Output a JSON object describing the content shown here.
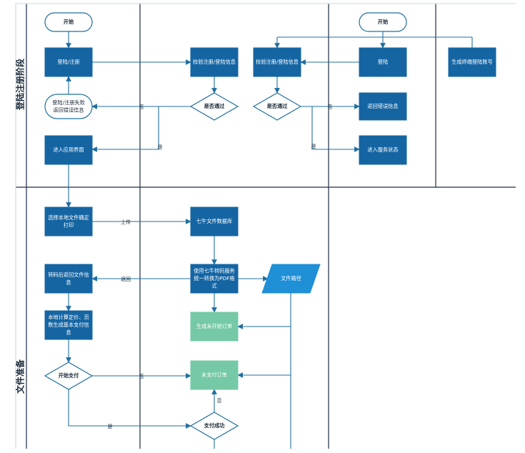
{
  "lanes": [
    {
      "id": "lane-login",
      "label": "登陆注册阶段"
    },
    {
      "id": "lane-file",
      "label": "文件准备"
    }
  ],
  "nodes": [
    {
      "id": "start1",
      "shape": "terminal",
      "text": [
        "开始"
      ]
    },
    {
      "id": "start2",
      "shape": "terminal",
      "text": [
        "开始"
      ]
    },
    {
      "id": "register",
      "shape": "process",
      "text": [
        "登陆/注册"
      ]
    },
    {
      "id": "verify1",
      "shape": "process",
      "text": [
        "校验注册/登陆信息"
      ]
    },
    {
      "id": "verify2",
      "shape": "process",
      "text": [
        "校验注册/登陆信息"
      ]
    },
    {
      "id": "login2",
      "shape": "process",
      "text": [
        "登陆"
      ]
    },
    {
      "id": "gen-account",
      "shape": "process",
      "text": [
        "生成终端登陆账号"
      ]
    },
    {
      "id": "fail-msg",
      "shape": "rounded",
      "text": [
        "登陆/注册失败",
        "返回错误信息"
      ]
    },
    {
      "id": "pass1",
      "shape": "decision",
      "text": [
        "是否通过"
      ]
    },
    {
      "id": "pass2",
      "shape": "decision",
      "text": [
        "是否通过"
      ]
    },
    {
      "id": "err-info",
      "shape": "process",
      "text": [
        "返回错误信息"
      ]
    },
    {
      "id": "app-ui",
      "shape": "process",
      "text": [
        "进入应用界面"
      ]
    },
    {
      "id": "service-state",
      "shape": "process",
      "text": [
        "进入服务状态"
      ]
    },
    {
      "id": "select-file",
      "shape": "process",
      "text": [
        "选择本地文件确定",
        "打印"
      ]
    },
    {
      "id": "qiniu-db",
      "shape": "process",
      "text": [
        "七牛文件数据库"
      ]
    },
    {
      "id": "return-info",
      "shape": "process",
      "text": [
        "转码后返回文件信",
        "息"
      ]
    },
    {
      "id": "convert-pdf",
      "shape": "process",
      "text": [
        "使用七牛转码服务",
        "统一转换为PDF格",
        "式"
      ]
    },
    {
      "id": "file-path",
      "shape": "data",
      "text": [
        "文件路径"
      ]
    },
    {
      "id": "calc-price",
      "shape": "process",
      "text": [
        "本地计算定价、页",
        "数生成基本支付信",
        "息"
      ]
    },
    {
      "id": "gen-order",
      "shape": "green",
      "text": [
        "生成未开始订单"
      ]
    },
    {
      "id": "start-pay",
      "shape": "decision",
      "text": [
        "开始支付"
      ]
    },
    {
      "id": "unpaid-order",
      "shape": "green",
      "text": [
        "未支付订单"
      ]
    },
    {
      "id": "pay-success",
      "shape": "decision",
      "text": [
        "支付成功"
      ]
    }
  ],
  "edge_labels": [
    {
      "id": "fail-no",
      "text": "否"
    },
    {
      "id": "pass1-yes",
      "text": "是"
    },
    {
      "id": "pass2-no",
      "text": "否"
    },
    {
      "id": "pass2-yes",
      "text": "是"
    },
    {
      "id": "upload",
      "text": "上传"
    },
    {
      "id": "return",
      "text": "返回"
    },
    {
      "id": "startpay-no",
      "text": "否"
    },
    {
      "id": "paysuccess-no",
      "text": "否"
    },
    {
      "id": "paysuccess-yes",
      "text": "是"
    }
  ],
  "colors": {
    "process": "#1565a3",
    "green": "#76c9a6",
    "line": "#1f6f9f",
    "lane_line": "#1d2d44",
    "text_dark": "#1b2a38"
  }
}
